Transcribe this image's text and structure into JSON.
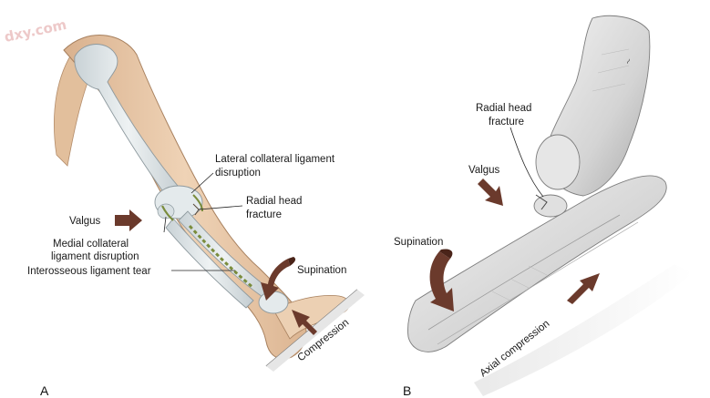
{
  "watermark": "dxy.com",
  "panel_a": {
    "letter": "A",
    "labels": {
      "lateral_collateral_line1": "Lateral collateral ligament",
      "lateral_collateral_line2": "disruption",
      "radial_head_line1": "Radial head",
      "radial_head_line2": "fracture",
      "valgus": "Valgus",
      "medial_collateral_line1": "Medial collateral",
      "medial_collateral_line2": "ligament disruption",
      "interosseous": "Interosseous ligament tear",
      "supination": "Supination",
      "compression": "Compression"
    }
  },
  "panel_b": {
    "letter": "B",
    "labels": {
      "radial_head_line1": "Radial head",
      "radial_head_line2": "fracture",
      "valgus": "Valgus",
      "supination": "Supination",
      "axial_compression": "Axial compression"
    }
  },
  "colors": {
    "arrow": "#6b3a2c",
    "arrow_dark": "#4a2419",
    "skin": "#e9c9a8",
    "bone": "#dfe6e8",
    "bone_shade": "#b8c2c6",
    "gray_bone": "#d6d6d6",
    "ligament_tear": "#7a8c3c"
  }
}
